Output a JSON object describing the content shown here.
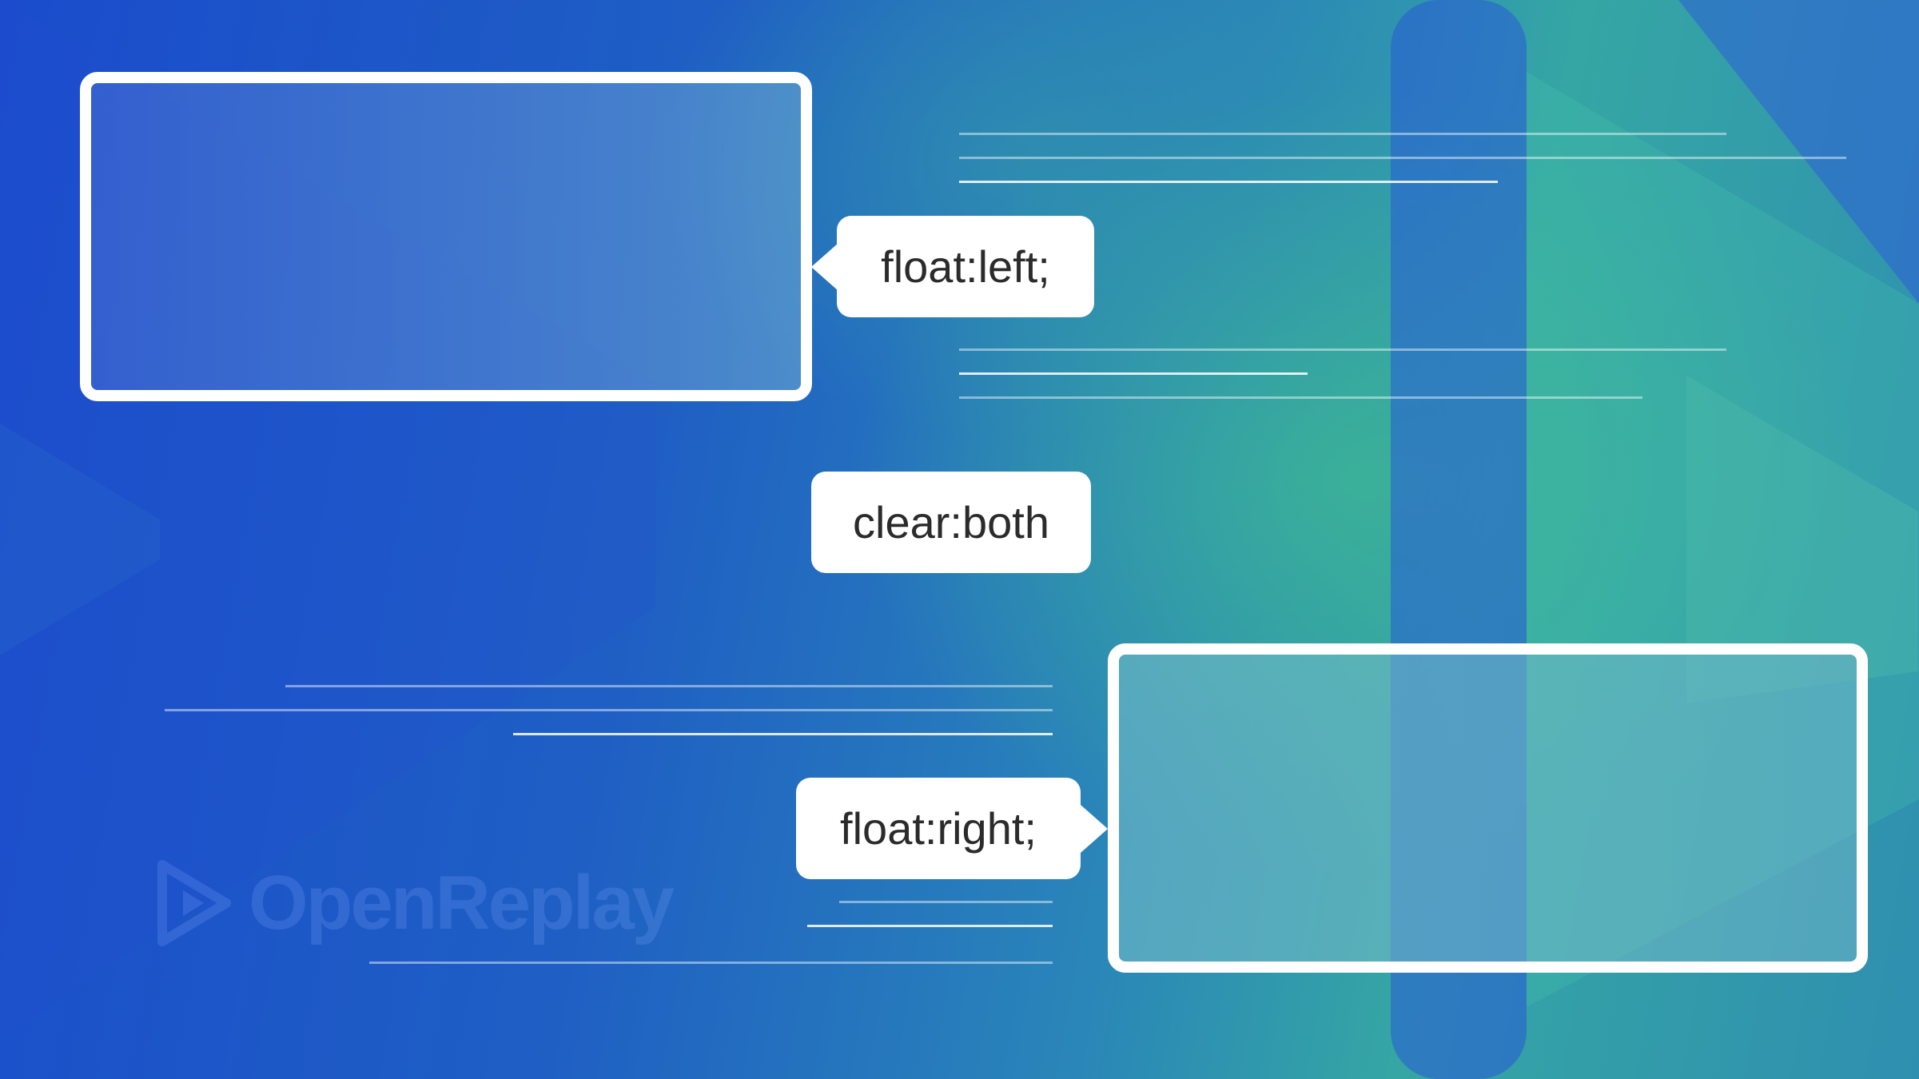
{
  "labels": {
    "float_left": "float:left;",
    "clear_both": "clear:both",
    "float_right": "float:right;"
  },
  "brand": {
    "name": "OpenReplay",
    "icon": "play-triangle-icon"
  },
  "colors": {
    "background_start": "#1a4ccc",
    "background_end": "#35a6a4",
    "box_border": "#ffffff",
    "label_text": "#2b2b2b"
  }
}
